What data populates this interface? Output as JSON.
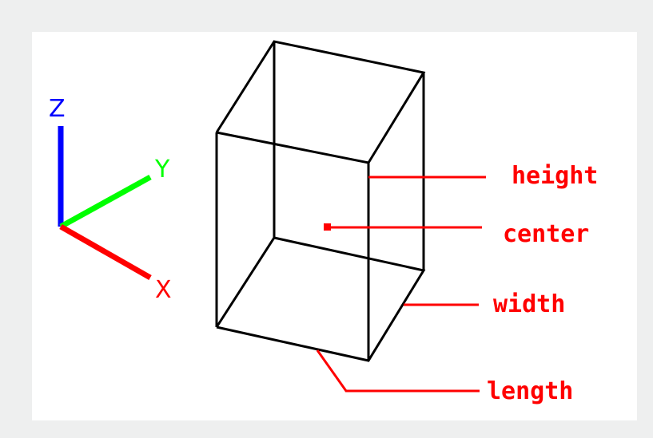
{
  "axes": {
    "z": {
      "label": "Z",
      "color": "#0000ff"
    },
    "y": {
      "label": "Y",
      "color": "#00ff00"
    },
    "x": {
      "label": "X",
      "color": "#ff0000"
    }
  },
  "box": {
    "edge_color": "#000000"
  },
  "annotations": {
    "color": "#ff0000",
    "height": "height",
    "center": "center",
    "width": "width",
    "length": "length"
  }
}
